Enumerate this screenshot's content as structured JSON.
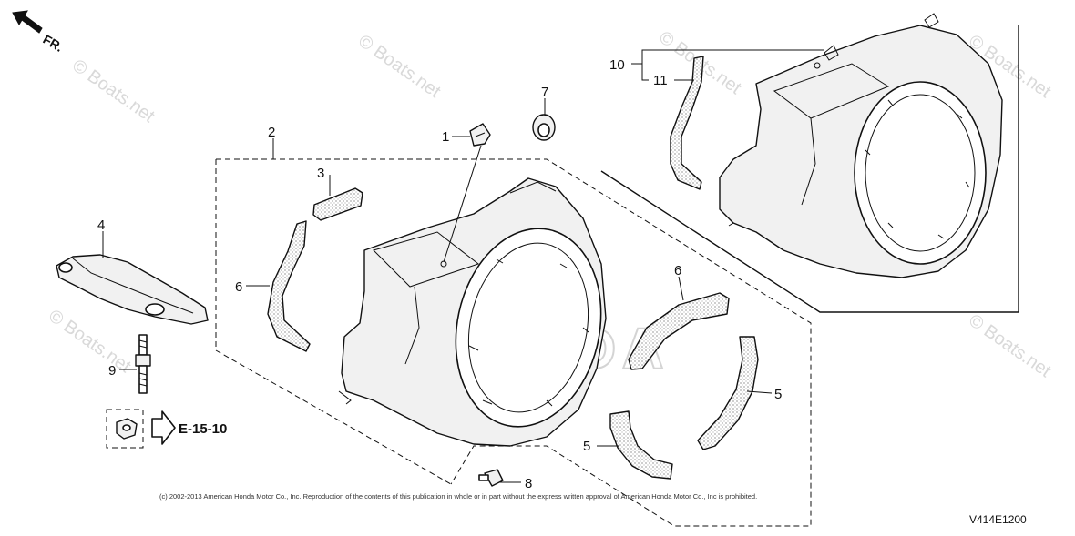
{
  "direction_arrow": {
    "label": "FR."
  },
  "callouts": {
    "p1": "1",
    "p2": "2",
    "p3": "3",
    "p4": "4",
    "p5a": "5",
    "p5b": "5",
    "p6a": "6",
    "p6b": "6",
    "p7": "7",
    "p8": "8",
    "p9": "9",
    "p10": "10",
    "p11": "11"
  },
  "reference": {
    "label": "E-15-10"
  },
  "watermarks": {
    "site": "© Boats.net",
    "site_short": "Boats.net",
    "brand": "HONDA"
  },
  "copyright": "(c) 2002-2013 American Honda Motor Co., Inc. Reproduction of the contents of this publication in whole or in part without the express written approval of American Honda Motor Co., Inc is prohibited.",
  "diagram_code": "V414E1200"
}
